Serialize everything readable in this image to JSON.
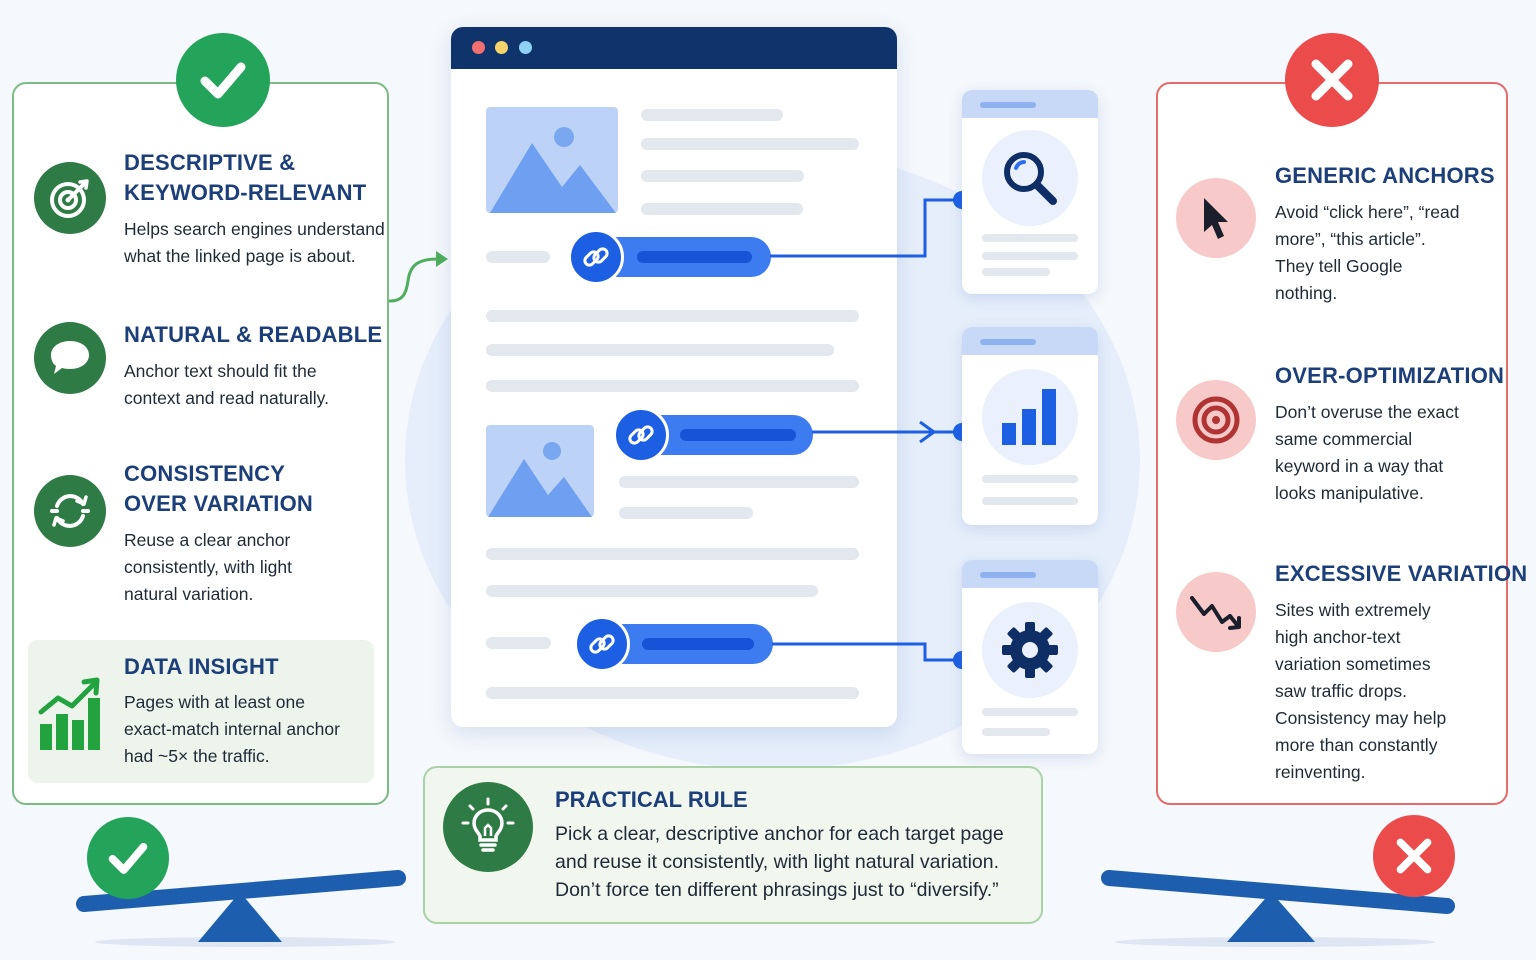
{
  "good": {
    "items": [
      {
        "title_line1": "DESCRIPTIVE &",
        "title_line2": "KEYWORD-RELEVANT",
        "desc_line1": "Helps search engines understand",
        "desc_line2": "what the linked page is about."
      },
      {
        "title_line1": "NATURAL & READABLE",
        "desc_line1": "Anchor text should fit the",
        "desc_line2": "context and read naturally."
      },
      {
        "title_line1": "CONSISTENCY",
        "title_line2": "OVER VARIATION",
        "desc_line1": "Reuse a clear anchor",
        "desc_line2": "consistently, with light",
        "desc_line3": "natural variation."
      }
    ],
    "insight": {
      "title": "DATA INSIGHT",
      "line1": "Pages with at least one",
      "line2": "exact-match internal anchor",
      "line3": "had ~5× the traffic."
    }
  },
  "bad": {
    "items": [
      {
        "title": "GENERIC ANCHORS",
        "lines": [
          "Avoid “click here”, “read",
          "more”, “this article”.",
          "They tell Google",
          "nothing."
        ]
      },
      {
        "title": "OVER-OPTIMIZATION",
        "lines": [
          "Don’t overuse the exact",
          "same commercial",
          "keyword in a way that",
          "looks manipulative."
        ]
      },
      {
        "title": "EXCESSIVE VARIATION",
        "lines": [
          "Sites with extremely",
          "high anchor-text",
          "variation sometimes",
          "saw traffic drops.",
          "Consistency may help",
          "more than constantly",
          "reinventing."
        ]
      }
    ]
  },
  "rule": {
    "title": "PRACTICAL RULE",
    "line1": "Pick a clear, descriptive anchor for each target page",
    "line2": "and reuse it consistently, with light natural variation.",
    "line3": "Don’t force ten different phrasings just to “diversify.”"
  },
  "colors": {
    "good": "#24a35a",
    "bad": "#ec4b4b",
    "title": "#1c3f7a",
    "link": "#1d5fe3",
    "browser_bar": "#0f336b"
  },
  "icons": {
    "good_badge": "check-icon",
    "bad_badge": "x-icon",
    "item1": "target-icon",
    "item2": "speech-bubble-icon",
    "item3": "refresh-cycle-icon",
    "insight": "growth-chart-icon",
    "bad1": "cursor-icon",
    "bad2": "bullseye-icon",
    "bad3": "trend-down-icon",
    "cards": [
      "search-icon",
      "bar-chart-icon",
      "gear-icon"
    ],
    "rule": "lightbulb-icon",
    "link": "link-icon"
  }
}
